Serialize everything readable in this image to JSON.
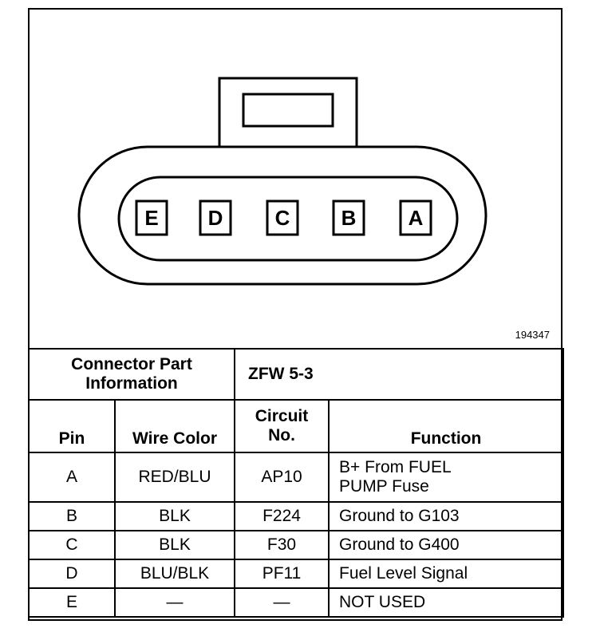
{
  "diagram": {
    "pins": [
      "E",
      "D",
      "C",
      "B",
      "A"
    ],
    "figure_id": "194347"
  },
  "table": {
    "part_info_label": "Connector Part Information",
    "part_info_value": "ZFW 5-3",
    "headers": {
      "pin": "Pin",
      "wire_color": "Wire Color",
      "circuit": "Circuit No.",
      "function": "Function"
    },
    "rows": [
      {
        "pin": "A",
        "wire_color": "RED/BLU",
        "circuit": "AP10",
        "function_line1": "B+ From FUEL",
        "function_line2": "PUMP Fuse"
      },
      {
        "pin": "B",
        "wire_color": "BLK",
        "circuit": "F224",
        "function": "Ground to G103"
      },
      {
        "pin": "C",
        "wire_color": "BLK",
        "circuit": "F30",
        "function": "Ground to G400"
      },
      {
        "pin": "D",
        "wire_color": "BLU/BLK",
        "circuit": "PF11",
        "function": "Fuel Level Signal"
      },
      {
        "pin": "E",
        "wire_color": "—",
        "circuit": "—",
        "function": "NOT USED"
      }
    ]
  }
}
